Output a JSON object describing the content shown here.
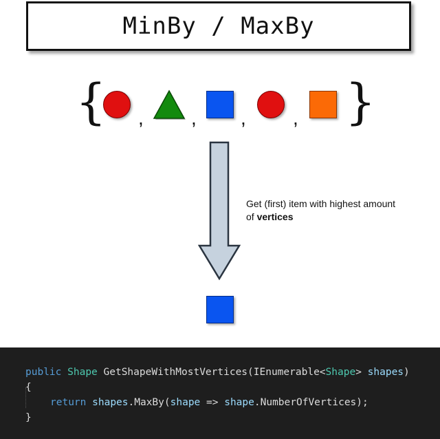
{
  "title": "MinBy / MaxBy",
  "input_set": {
    "open_brace": "{",
    "close_brace": "}",
    "separator": ",",
    "shapes": [
      {
        "shape": "circle",
        "color": "#e01010"
      },
      {
        "shape": "triangle",
        "color": "#138a0e"
      },
      {
        "shape": "square",
        "color": "#0a55f0"
      },
      {
        "shape": "circle",
        "color": "#e01010"
      },
      {
        "shape": "square",
        "color": "#fb6a06"
      }
    ]
  },
  "arrow": {
    "fill": "#c6d2de",
    "stroke": "#2a3440"
  },
  "description": {
    "text": "Get (first) item with highest amount of ",
    "emphasis": "vertices"
  },
  "result": {
    "shape": "square",
    "color": "#0a55f0"
  },
  "code": {
    "line1": {
      "kw_public": "public",
      "type_shape": "Shape",
      "method": "GetShapeWithMostVertices(",
      "type_ienum": "IEnumerable",
      "lt": "<",
      "type_shape2": "Shape",
      "gt": ">",
      "param": "shapes",
      "close": ")"
    },
    "line2": "{",
    "line3": {
      "kw_return": "return",
      "var": "shapes",
      "call": ".MaxBy(",
      "lambda_param": "shape",
      "arrow": "=>",
      "lambda_body_obj": "shape",
      "member": ".NumberOfVertices);"
    },
    "line4": "}"
  }
}
